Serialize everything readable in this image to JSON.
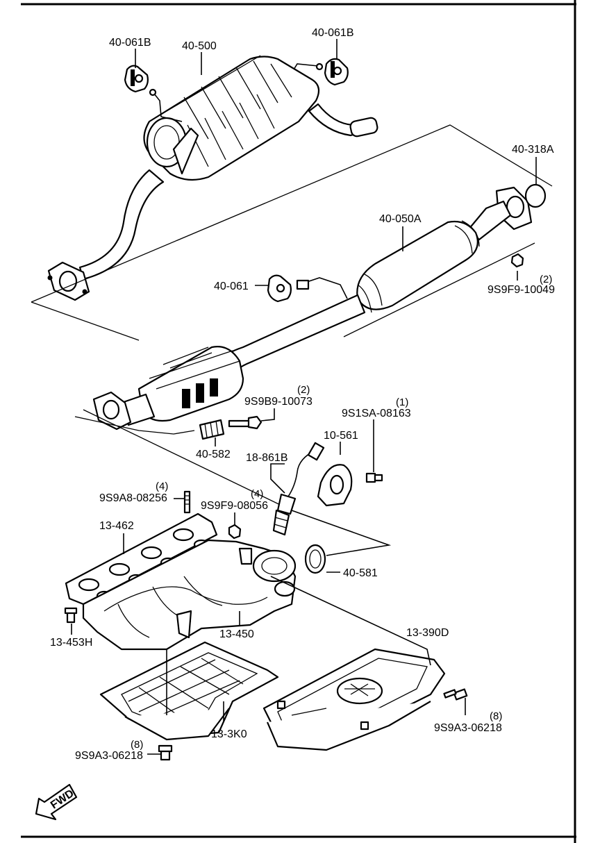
{
  "labels": {
    "p40_061b_left": "40-061B",
    "p40_500": "40-500",
    "p40_061b_right": "40-061B",
    "p40_318a": "40-318A",
    "p40_050a": "40-050A",
    "p40_061": "40-061",
    "p9s9f9_10049": "9S9F9-10049",
    "p9s9f9_10049_qty": "(2)",
    "p9s9b9_10073": "9S9B9-10073",
    "p9s9b9_10073_qty": "(2)",
    "p9s1sa_08163": "9S1SA-08163",
    "p9s1sa_08163_qty": "(1)",
    "p10_561": "10-561",
    "p40_582": "40-582",
    "p18_861b": "18-861B",
    "p18_861b_qty": "(4)",
    "p9s9a8_08256": "9S9A8-08256",
    "p9s9a8_08256_qty": "(4)",
    "p9s9f9_08056": "9S9F9-08056",
    "p13_462": "13-462",
    "p40_581": "40-581",
    "p13_453h": "13-453H",
    "p13_450": "13-450",
    "p13_390d": "13-390D",
    "p9s9a3_06218_right": "9S9A3-06218",
    "p9s9a3_06218_right_qty": "(8)",
    "p13_3k0": "13-3K0",
    "p9s9a3_06218_left": "9S9A3-06218",
    "p9s9a3_06218_left_qty": "(8)",
    "fwd": "FWD"
  }
}
